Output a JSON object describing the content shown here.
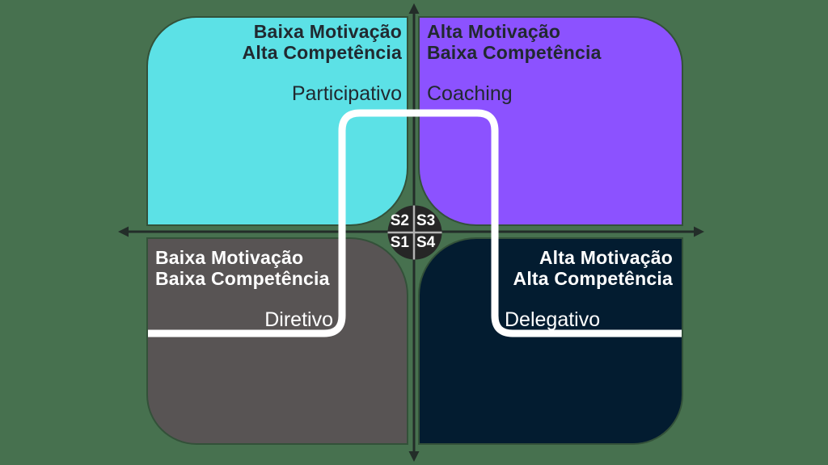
{
  "diagram": {
    "background_color": "#47714f",
    "axis_color": "#232d29",
    "path_color": "#ffffff",
    "quadrants": [
      {
        "position": "top-left",
        "color": "#5ce1e6",
        "text_color": "#212930",
        "title_line1": "Baixa Motivação",
        "title_line2": "Alta Competência",
        "style_label": "Participativo"
      },
      {
        "position": "top-right",
        "color": "#8c52ff",
        "text_color": "#212930",
        "title_line1": "Alta Motivação",
        "title_line2": "Baixa Competência",
        "style_label": "Coaching"
      },
      {
        "position": "bottom-left",
        "color": "#585454",
        "text_color": "#ffffff",
        "title_line1": "Baixa Motivação",
        "title_line2": "Baixa Competência",
        "style_label": "Diretivo"
      },
      {
        "position": "bottom-right",
        "color": "#031c30",
        "text_color": "#ffffff",
        "title_line1": "Alta Motivação",
        "title_line2": "Alta Competência",
        "style_label": "Delegativo"
      }
    ],
    "center": {
      "circle_color": "#262626",
      "cross_color": "#b3b3b3",
      "segments": {
        "top_left": "S2",
        "top_right": "S3",
        "bottom_left": "S1",
        "bottom_right": "S4"
      }
    }
  }
}
